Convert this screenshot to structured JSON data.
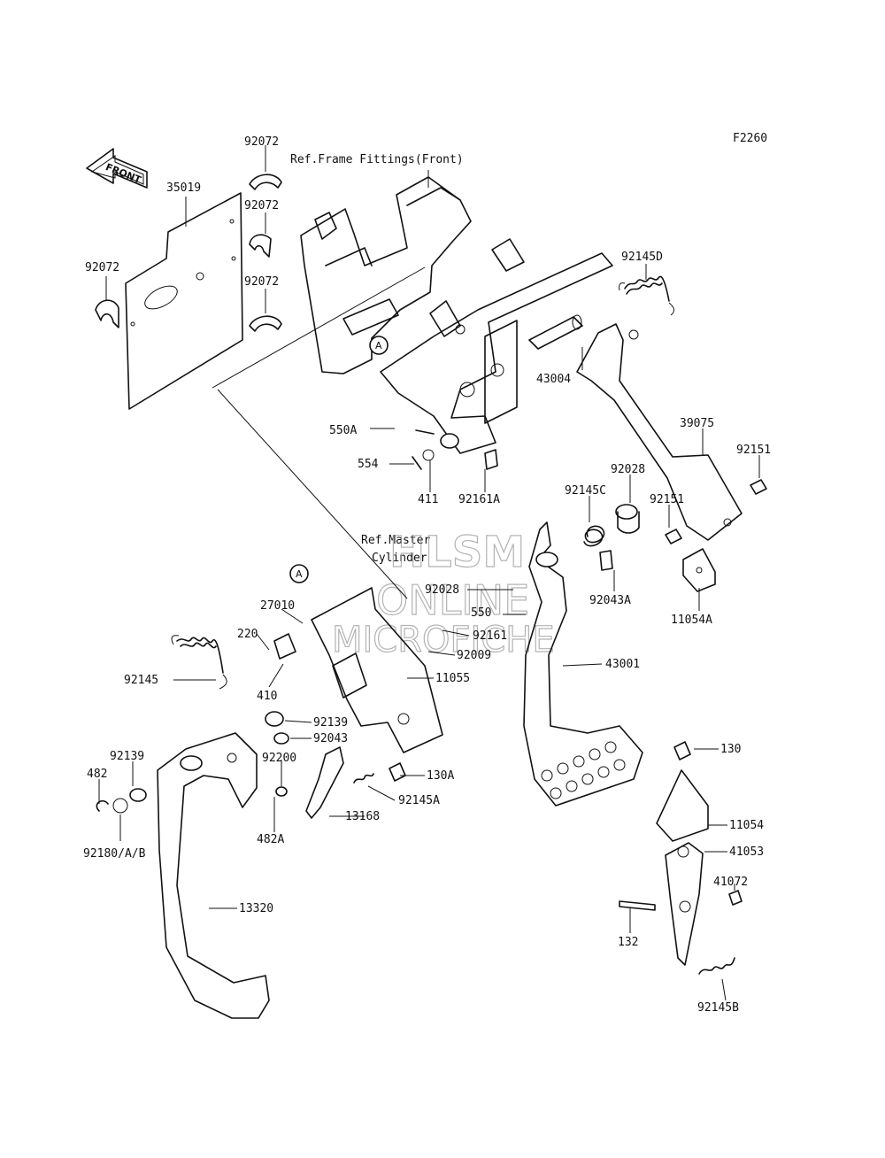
{
  "figure_code": "F2260",
  "front_arrow_label": "FRONT",
  "references": [
    {
      "id": "ref-frame-fittings",
      "text": "Ref.Frame Fittings(Front)"
    },
    {
      "id": "ref-master-1",
      "text": "Ref.Master"
    },
    {
      "id": "ref-master-2",
      "text": "Cylinder"
    }
  ],
  "callout_letter": "A",
  "watermark": {
    "line1": "HLSM",
    "line2": "ONLINE",
    "line3": "MICROFICHE"
  },
  "parts": [
    {
      "label": "92072"
    },
    {
      "label": "35019"
    },
    {
      "label": "92072"
    },
    {
      "label": "92072"
    },
    {
      "label": "92072"
    },
    {
      "label": "92145D"
    },
    {
      "label": "43004"
    },
    {
      "label": "39075"
    },
    {
      "label": "92151"
    },
    {
      "label": "550A"
    },
    {
      "label": "554"
    },
    {
      "label": "411"
    },
    {
      "label": "92161A"
    },
    {
      "label": "92028"
    },
    {
      "label": "92145C"
    },
    {
      "label": "92151"
    },
    {
      "label": "92028"
    },
    {
      "label": "92043A"
    },
    {
      "label": "11054A"
    },
    {
      "label": "550"
    },
    {
      "label": "92161"
    },
    {
      "label": "27010"
    },
    {
      "label": "220"
    },
    {
      "label": "92009"
    },
    {
      "label": "11055"
    },
    {
      "label": "43001"
    },
    {
      "label": "92145"
    },
    {
      "label": "410"
    },
    {
      "label": "92139"
    },
    {
      "label": "92043"
    },
    {
      "label": "92139"
    },
    {
      "label": "92200"
    },
    {
      "label": "130A"
    },
    {
      "label": "482"
    },
    {
      "label": "92145A"
    },
    {
      "label": "13168"
    },
    {
      "label": "482A"
    },
    {
      "label": "92180/A/B"
    },
    {
      "label": "130"
    },
    {
      "label": "11054"
    },
    {
      "label": "41053"
    },
    {
      "label": "41072"
    },
    {
      "label": "132"
    },
    {
      "label": "13320"
    },
    {
      "label": "92145B"
    }
  ]
}
